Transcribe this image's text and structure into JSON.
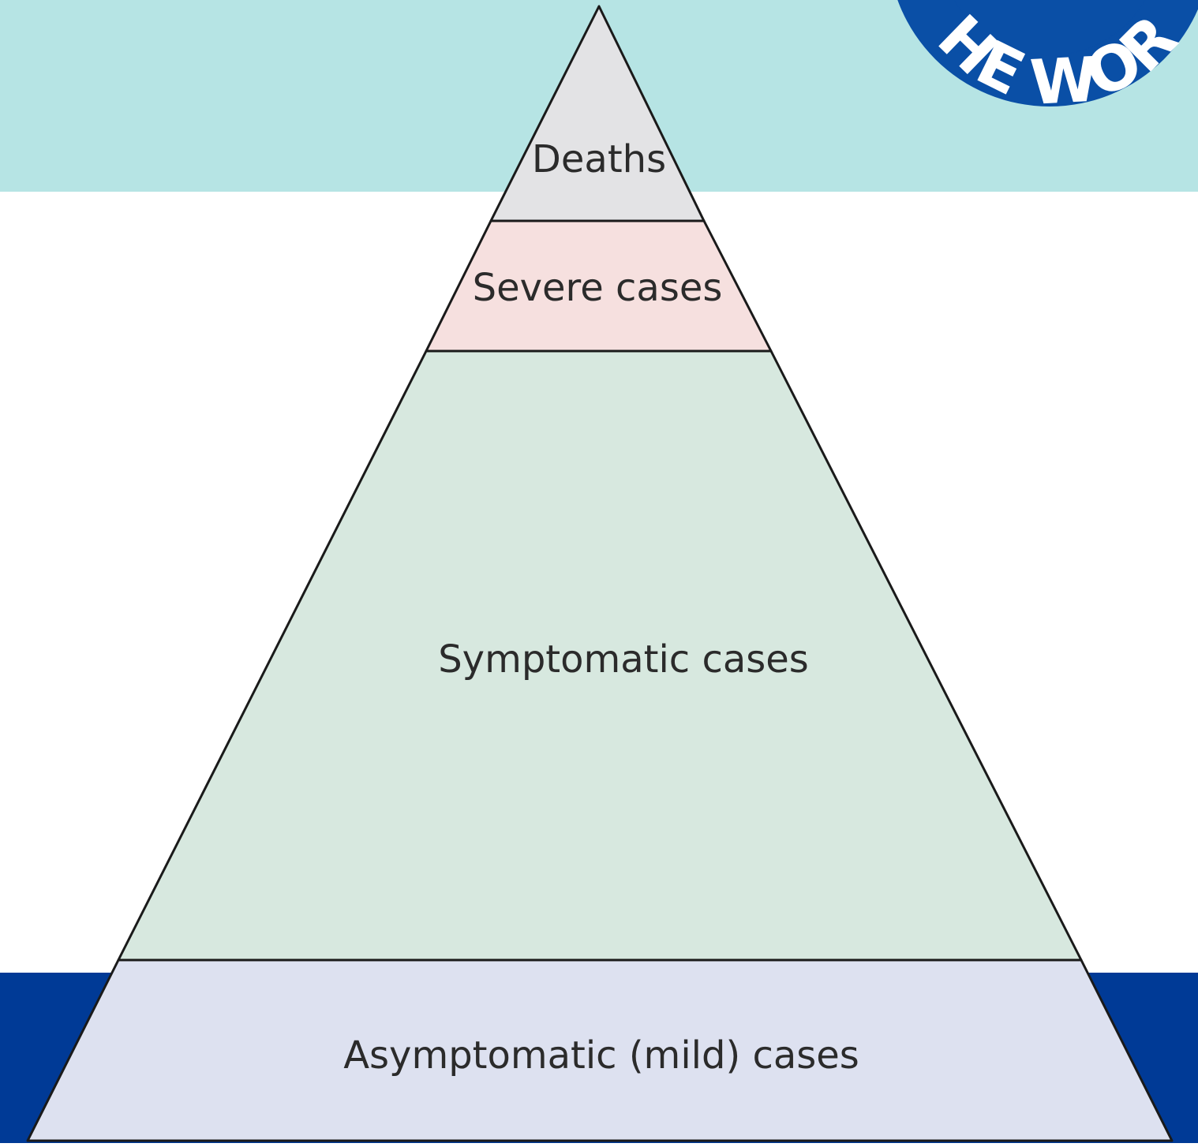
{
  "diagram": {
    "type": "pyramid",
    "tiers": [
      {
        "label": "Deaths",
        "fill": "#e3e3e5"
      },
      {
        "label": "Severe cases",
        "fill": "#f6e0df"
      },
      {
        "label": "Symptomatic cases",
        "fill": "#d7e8df"
      },
      {
        "label": "Asymptomatic (mild) cases",
        "fill": "#dde1f0"
      }
    ]
  },
  "background": {
    "top_band_color": "#b6e4e4",
    "bottom_band_color": "#003a96"
  },
  "badge": {
    "text": "HE WOR",
    "color": "#0a4fa6",
    "text_color": "#ffffff"
  }
}
